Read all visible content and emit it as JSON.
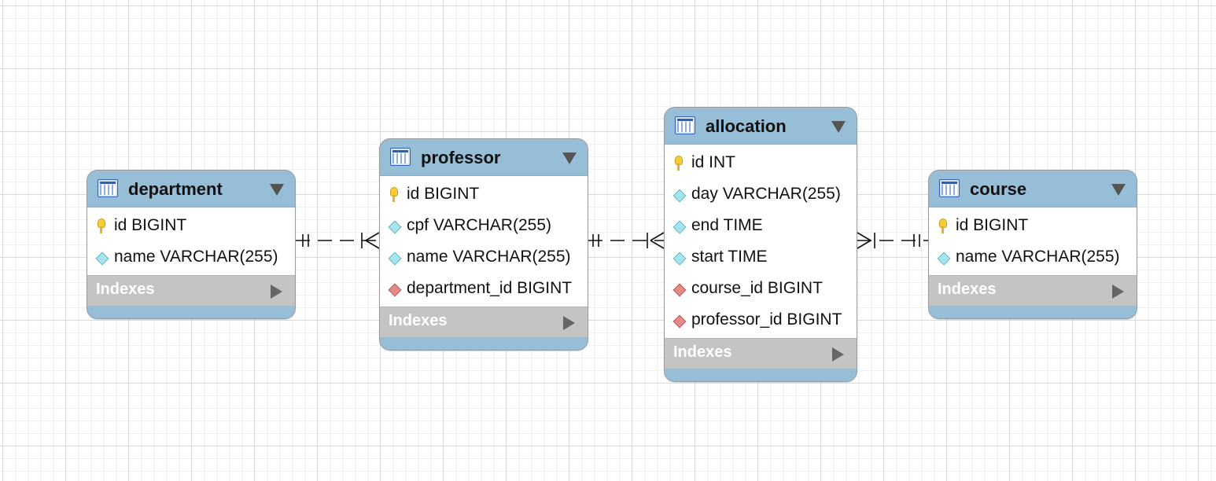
{
  "diagram": {
    "entities": [
      {
        "key": "department",
        "name": "department",
        "indexes_label": "Indexes",
        "columns": [
          {
            "text": "id BIGINT",
            "kind": "primary-key"
          },
          {
            "text": "name VARCHAR(255)",
            "kind": "attribute"
          }
        ]
      },
      {
        "key": "professor",
        "name": "professor",
        "indexes_label": "Indexes",
        "columns": [
          {
            "text": "id BIGINT",
            "kind": "primary-key"
          },
          {
            "text": "cpf VARCHAR(255)",
            "kind": "attribute"
          },
          {
            "text": "name VARCHAR(255)",
            "kind": "attribute"
          },
          {
            "text": "department_id BIGINT",
            "kind": "foreign-key"
          }
        ]
      },
      {
        "key": "allocation",
        "name": "allocation",
        "indexes_label": "Indexes",
        "columns": [
          {
            "text": "id INT",
            "kind": "primary-key"
          },
          {
            "text": "day VARCHAR(255)",
            "kind": "attribute"
          },
          {
            "text": "end TIME",
            "kind": "attribute"
          },
          {
            "text": "start TIME",
            "kind": "attribute"
          },
          {
            "text": "course_id BIGINT",
            "kind": "foreign-key"
          },
          {
            "text": "professor_id BIGINT",
            "kind": "foreign-key"
          }
        ]
      },
      {
        "key": "course",
        "name": "course",
        "indexes_label": "Indexes",
        "columns": [
          {
            "text": "id BIGINT",
            "kind": "primary-key"
          },
          {
            "text": "name VARCHAR(255)",
            "kind": "attribute"
          }
        ]
      }
    ],
    "relationships": [
      {
        "from": "department",
        "to": "professor",
        "from_cardinality": "one-mandatory",
        "to_cardinality": "many-mandatory"
      },
      {
        "from": "professor",
        "to": "allocation",
        "from_cardinality": "one-mandatory",
        "to_cardinality": "many-mandatory"
      },
      {
        "from": "course",
        "to": "allocation",
        "from_cardinality": "one-mandatory",
        "to_cardinality": "many-mandatory"
      }
    ]
  }
}
